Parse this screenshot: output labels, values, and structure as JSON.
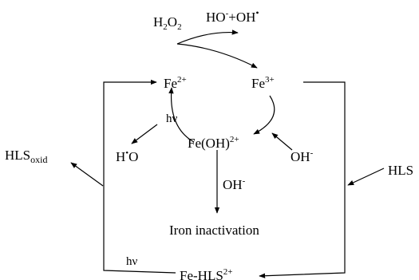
{
  "labels": {
    "h2o2": {
      "main": "H",
      "sub1": "2",
      "mid": "O",
      "sub2": "2"
    },
    "hydroxyl_products": {
      "main": "HO",
      "sup1": "-",
      "plus": "+OH",
      "sup2": "•"
    },
    "fe2": {
      "main": "Fe",
      "sup": "2+"
    },
    "fe3": {
      "main": "Fe",
      "sup": "3+"
    },
    "hv_top": "hν",
    "h_radical_o": {
      "h": "H",
      "dot": "•",
      "o": "O"
    },
    "fe_oh": {
      "main": "Fe(OH)",
      "sup": "2+"
    },
    "oh_right": {
      "main": "OH",
      "sup": "-"
    },
    "oh_center": {
      "main": "OH",
      "sup": "-"
    },
    "hls_oxid": {
      "main": "HLS",
      "sub": "oxid"
    },
    "hls": "HLS",
    "iron_inactivation": "Iron inactivation",
    "hv_bottom": "hν",
    "fe_hls": {
      "main": "Fe-HLS",
      "sup": "2+"
    }
  }
}
